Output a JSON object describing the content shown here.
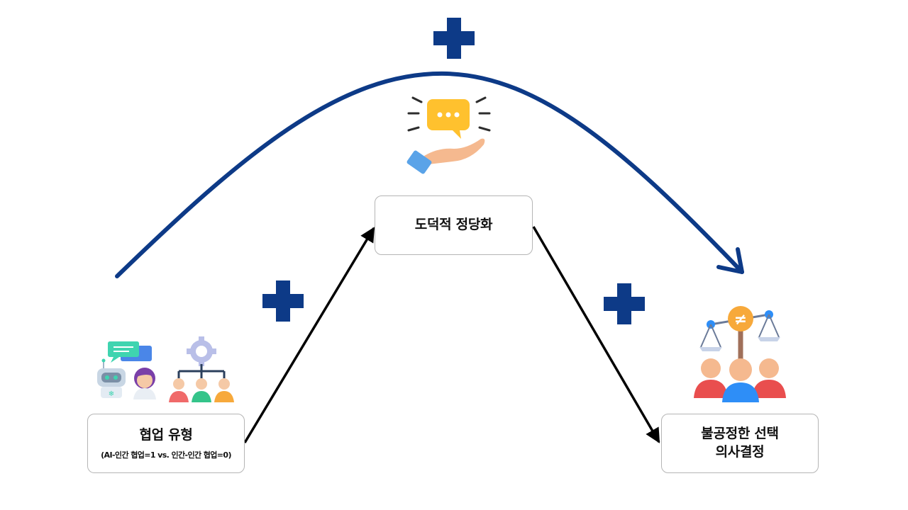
{
  "diagram": {
    "nodes": {
      "left": {
        "label": "협업 유형",
        "sublabel": "(AI-인간 협업=1 vs. 인간-인간 협업=0)"
      },
      "middle": {
        "label": "도덕적 정당화"
      },
      "right": {
        "label_line1": "불공정한 선택",
        "label_line2": "의사결정"
      }
    },
    "signs": {
      "top": "+",
      "left_path": "+",
      "right_path": "+"
    },
    "icons": {
      "ai_human": "ai-human-chat-icon",
      "team": "team-hierarchy-icon",
      "justification": "speech-hand-icon",
      "unfair": "unequal-scale-people-icon"
    },
    "colors": {
      "accent": "#0d3a87",
      "arrow": "#000000",
      "node_border": "#b5b5b5"
    }
  }
}
